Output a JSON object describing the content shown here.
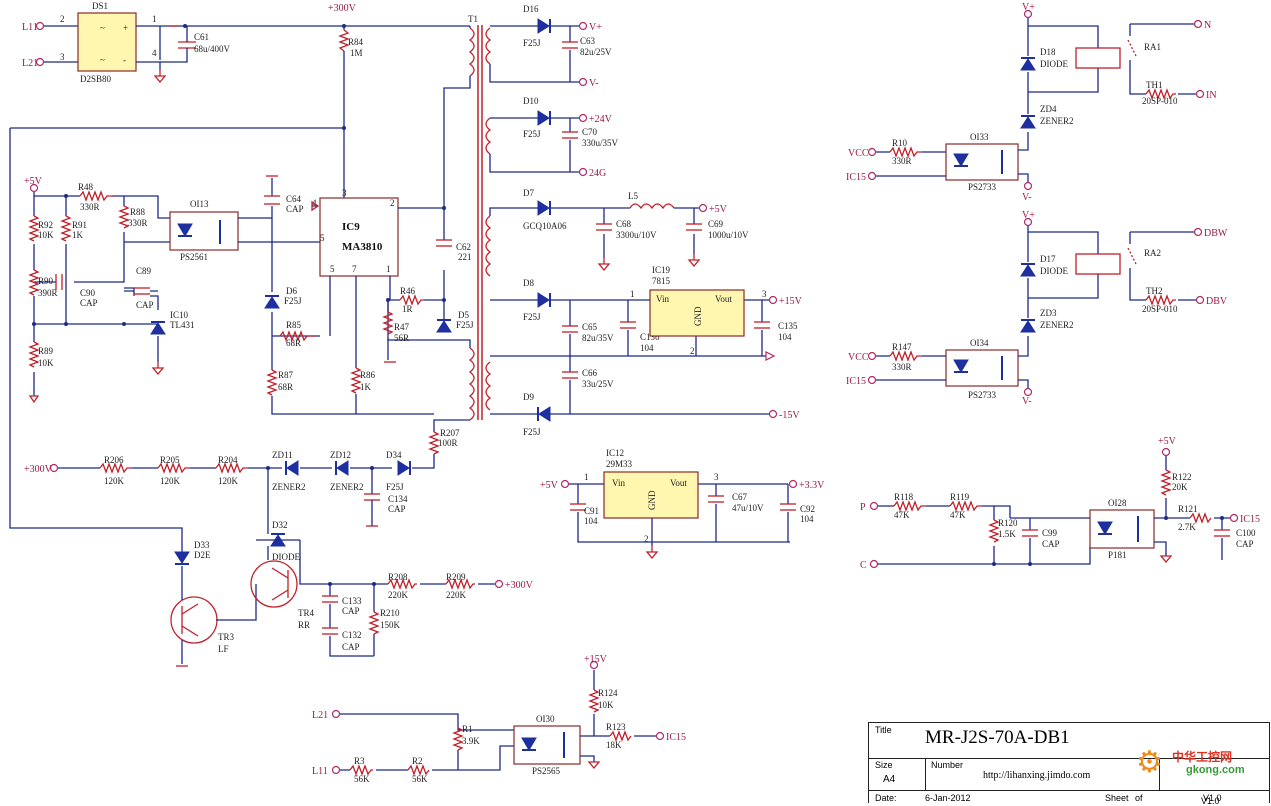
{
  "parts": {
    "DS1": "DS1",
    "D2SB80": "D2SB80",
    "C61": "C61",
    "C61v": "68u/400V",
    "R84": "R84",
    "R84v": "1M",
    "T1": "T1",
    "D16": "D16",
    "D10": "D10",
    "D7": "D7",
    "D8": "D8",
    "D9": "D9",
    "F25J": "F25J",
    "GCQ10A06": "GCQ10A06",
    "C63": "C63",
    "C63v": "82u/25V",
    "C70": "C70",
    "C70v": "330u/35V",
    "C68": "C68",
    "C68v": "3300u/10V",
    "L5": "L5",
    "C69": "C69",
    "C69v": "1000u/10V",
    "IC19": "IC19",
    "IC19v": "7815",
    "C65": "C65",
    "C65v": "82u/35V",
    "C136": "C136",
    "C136v": "104",
    "C135": "C135",
    "C135v": "104",
    "C66": "C66",
    "C66v": "33u/25V",
    "R48": "R48",
    "R48v": "330R",
    "R88": "R88",
    "R88v": "330R",
    "OI13": "OI13",
    "PS2561": "PS2561",
    "C64": "C64",
    "CAP": "CAP",
    "IC9": "IC9",
    "MA3810": "MA3810",
    "C62": "C62",
    "C62v": "221",
    "R92": "R92",
    "R92v": "10K",
    "R91": "R91",
    "R91v": "1K",
    "R90": "R90",
    "R90v": "390R",
    "C90": "C90",
    "C89": "C89",
    "IC10": "IC10",
    "IC10v": "TL431",
    "R89": "R89",
    "R89v": "10K",
    "D6": "D6",
    "D5": "D5",
    "R46": "R46",
    "R46v": "1R",
    "R47": "R47",
    "R47v": "56R",
    "R85": "R85",
    "R85v": "68R",
    "R87": "R87",
    "R87v": "68R",
    "R86": "R86",
    "R86v": "1K",
    "R207": "R207",
    "R207v": "100R",
    "R206": "R206",
    "R205": "R205",
    "R204": "R204",
    "R120K": "120K",
    "ZD11": "ZD11",
    "ZD12": "ZD12",
    "ZENER2": "ZENER2",
    "D34": "D34",
    "C134": "C134",
    "D32": "D32",
    "DIODE": "DIODE",
    "D33": "D33",
    "D2E": "D2E",
    "TR3": "TR3",
    "LF": "LF",
    "TR4": "TR4",
    "RR": "RR",
    "C133": "C133",
    "C132": "C132",
    "R208": "R208",
    "R209": "R209",
    "R220K": "220K",
    "R210": "R210",
    "R210v": "150K",
    "IC12": "IC12",
    "IC12v": "29M33",
    "C91": "C91",
    "C91v": "104",
    "C67": "C67",
    "C67v": "47u/10V",
    "C92": "C92",
    "C92v": "104",
    "Vin": "Vin",
    "Vout": "Vout",
    "GND": "GND",
    "R124": "R124",
    "R124v": "10K",
    "R1": "R1",
    "R1v": "3.9K",
    "OI30": "OI30",
    "PS2565": "PS2565",
    "R123": "R123",
    "R123v": "18K",
    "R3": "R3",
    "R2": "R2",
    "R56K": "56K",
    "D18": "D18",
    "RA1": "RA1",
    "TH1": "TH1",
    "TH": "20SP-010",
    "ZD4": "ZD4",
    "R10": "R10",
    "R330R": "330R",
    "OI33": "OI33",
    "PS2733": "PS2733",
    "D17": "D17",
    "RA2": "RA2",
    "TH2": "TH2",
    "ZD3": "ZD3",
    "R147": "R147",
    "OI34": "OI34",
    "R118": "R118",
    "R119": "R119",
    "R47K": "47K",
    "R120": "R120",
    "R120v": "1.5K",
    "C99": "C99",
    "OI28": "OI28",
    "P181": "P181",
    "R122": "R122",
    "R122v": "20K",
    "R121": "R121",
    "R121v": "2.7K",
    "C100": "C100"
  },
  "pins": {
    "n1": "1",
    "n2": "2",
    "n3": "3",
    "n4": "4",
    "n5": "5",
    "n7": "7"
  },
  "nets": {
    "L11": "L11",
    "L21": "L21",
    "p300V": "+300V",
    "Vplus": "V+",
    "Vminus": "V-",
    "p24V": "+24V",
    "g24": "24G",
    "p5V": "+5V",
    "p15V": "+15V",
    "m15V": "-15V",
    "p33V": "+3.3V",
    "IC15": "IC15",
    "VCC": "VCC",
    "N": "N",
    "IN": "IN",
    "DBW": "DBW",
    "DBV": "DBV",
    "P": "P",
    "C": "C"
  },
  "title_block": {
    "title_label": "Title",
    "title": "MR-J2S-70A-DB1",
    "size_label": "Size",
    "size": "A4",
    "number_label": "Number",
    "number": "http://lihanxing.jimdo.com",
    "date_label": "Date:",
    "date": "6-Jan-2012",
    "sheet_label": "Sheet",
    "of_label": "of",
    "revision": "V1.0"
  },
  "watermark": {
    "brand": "中华工控网",
    "domain": "gkong.com"
  },
  "colors": {
    "wire": "#1f2a8a",
    "part": "#c0202a",
    "net_label": "#9a1a4a",
    "ic_fill": "#fff7b0"
  }
}
